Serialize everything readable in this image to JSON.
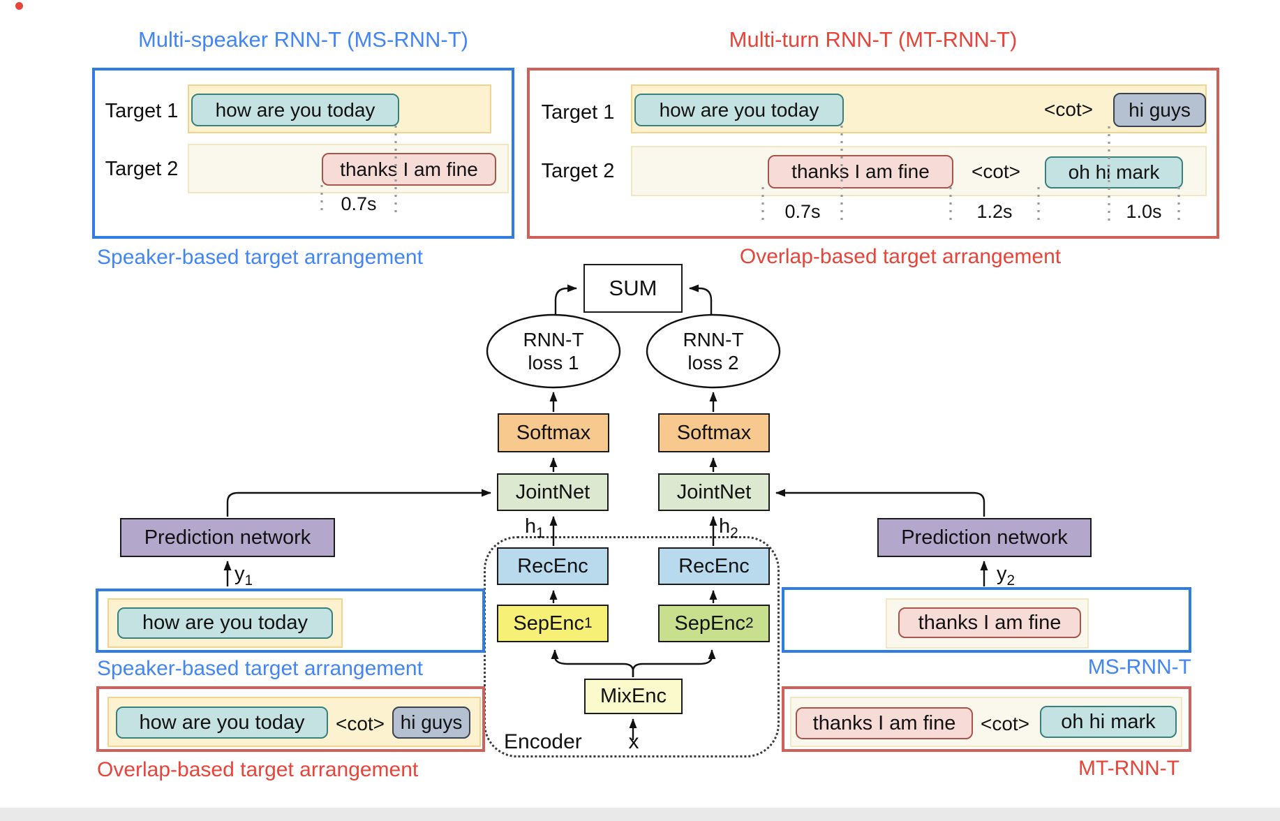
{
  "colors": {
    "blue-border": "#2f7de1",
    "blue-text": "#4285f4",
    "red-border": "#d0605a",
    "red-text": "#e8443a",
    "yellow-fill": "#fdf2d0",
    "yellow-border": "#f2d48e",
    "cream-fill": "#faf7ec",
    "cream-border": "#f2e7c3",
    "teal-fill": "#c5e2e2",
    "teal-border": "#37807c",
    "pink-fill": "#f6dbd7",
    "pink-border": "#a6544c",
    "gray-fill": "#b5c1d1",
    "gray-border": "#39424e",
    "purple-fill": "#b4a7cc",
    "orange-fill": "#f8c98e",
    "joint-fill": "#dde8d1",
    "rec-fill": "#b9d9ed",
    "sep1-fill": "#f6f077",
    "sep2-fill": "#c8df8d",
    "mix-fill": "#fbfacd",
    "footer-gray": "#e9e9e9"
  },
  "ms_panel": {
    "title": "Multi-speaker RNN-T (MS-RNN-T)",
    "target1_label": "Target 1",
    "target2_label": "Target 2",
    "utterance1": "how are you today",
    "utterance2": "thanks I am fine",
    "offset1": "0.7s",
    "caption": "Speaker-based target arrangement"
  },
  "mt_panel": {
    "title": "Multi-turn RNN-T (MT-RNN-T)",
    "target1_label": "Target 1",
    "target2_label": "Target 2",
    "utterance1a": "how are you today",
    "cot1": "<cot>",
    "utterance1b": "hi guys",
    "utterance2a": "thanks I am fine",
    "cot2": "<cot>",
    "utterance2b": "oh hi mark",
    "offset1": "0.7s",
    "offset2": "1.2s",
    "offset3": "1.0s",
    "caption": "Overlap-based target arrangement"
  },
  "network": {
    "sum": "SUM",
    "loss1_line1": "RNN-T",
    "loss1_line2": "loss 1",
    "loss2_line1": "RNN-T",
    "loss2_line2": "loss 2",
    "softmax": "Softmax",
    "jointnet": "JointNet",
    "recenc": "RecEnc",
    "sepenc_base": "SepEnc",
    "sepenc1_sub": "1",
    "sepenc2_sub": "2",
    "mixenc": "MixEnc",
    "encoder_label": "Encoder",
    "input_label": "x",
    "h_base": "h",
    "h1_sub": "1",
    "h2_sub": "2",
    "y_base": "y",
    "y1_sub": "1",
    "y2_sub": "2",
    "prediction_network": "Prediction network"
  },
  "bottom_left": {
    "blue_utterance": "how are you today",
    "blue_caption": "Speaker-based target arrangement",
    "red_utterance_a": "how are you today",
    "red_cot": "<cot>",
    "red_utterance_b": "hi guys",
    "red_caption": "Overlap-based target arrangement"
  },
  "bottom_right": {
    "blue_utterance": "thanks I am fine",
    "blue_caption": "MS-RNN-T",
    "red_utterance_a": "thanks I am fine",
    "red_cot": "<cot>",
    "red_utterance_b": "oh hi mark",
    "red_caption": "MT-RNN-T"
  }
}
